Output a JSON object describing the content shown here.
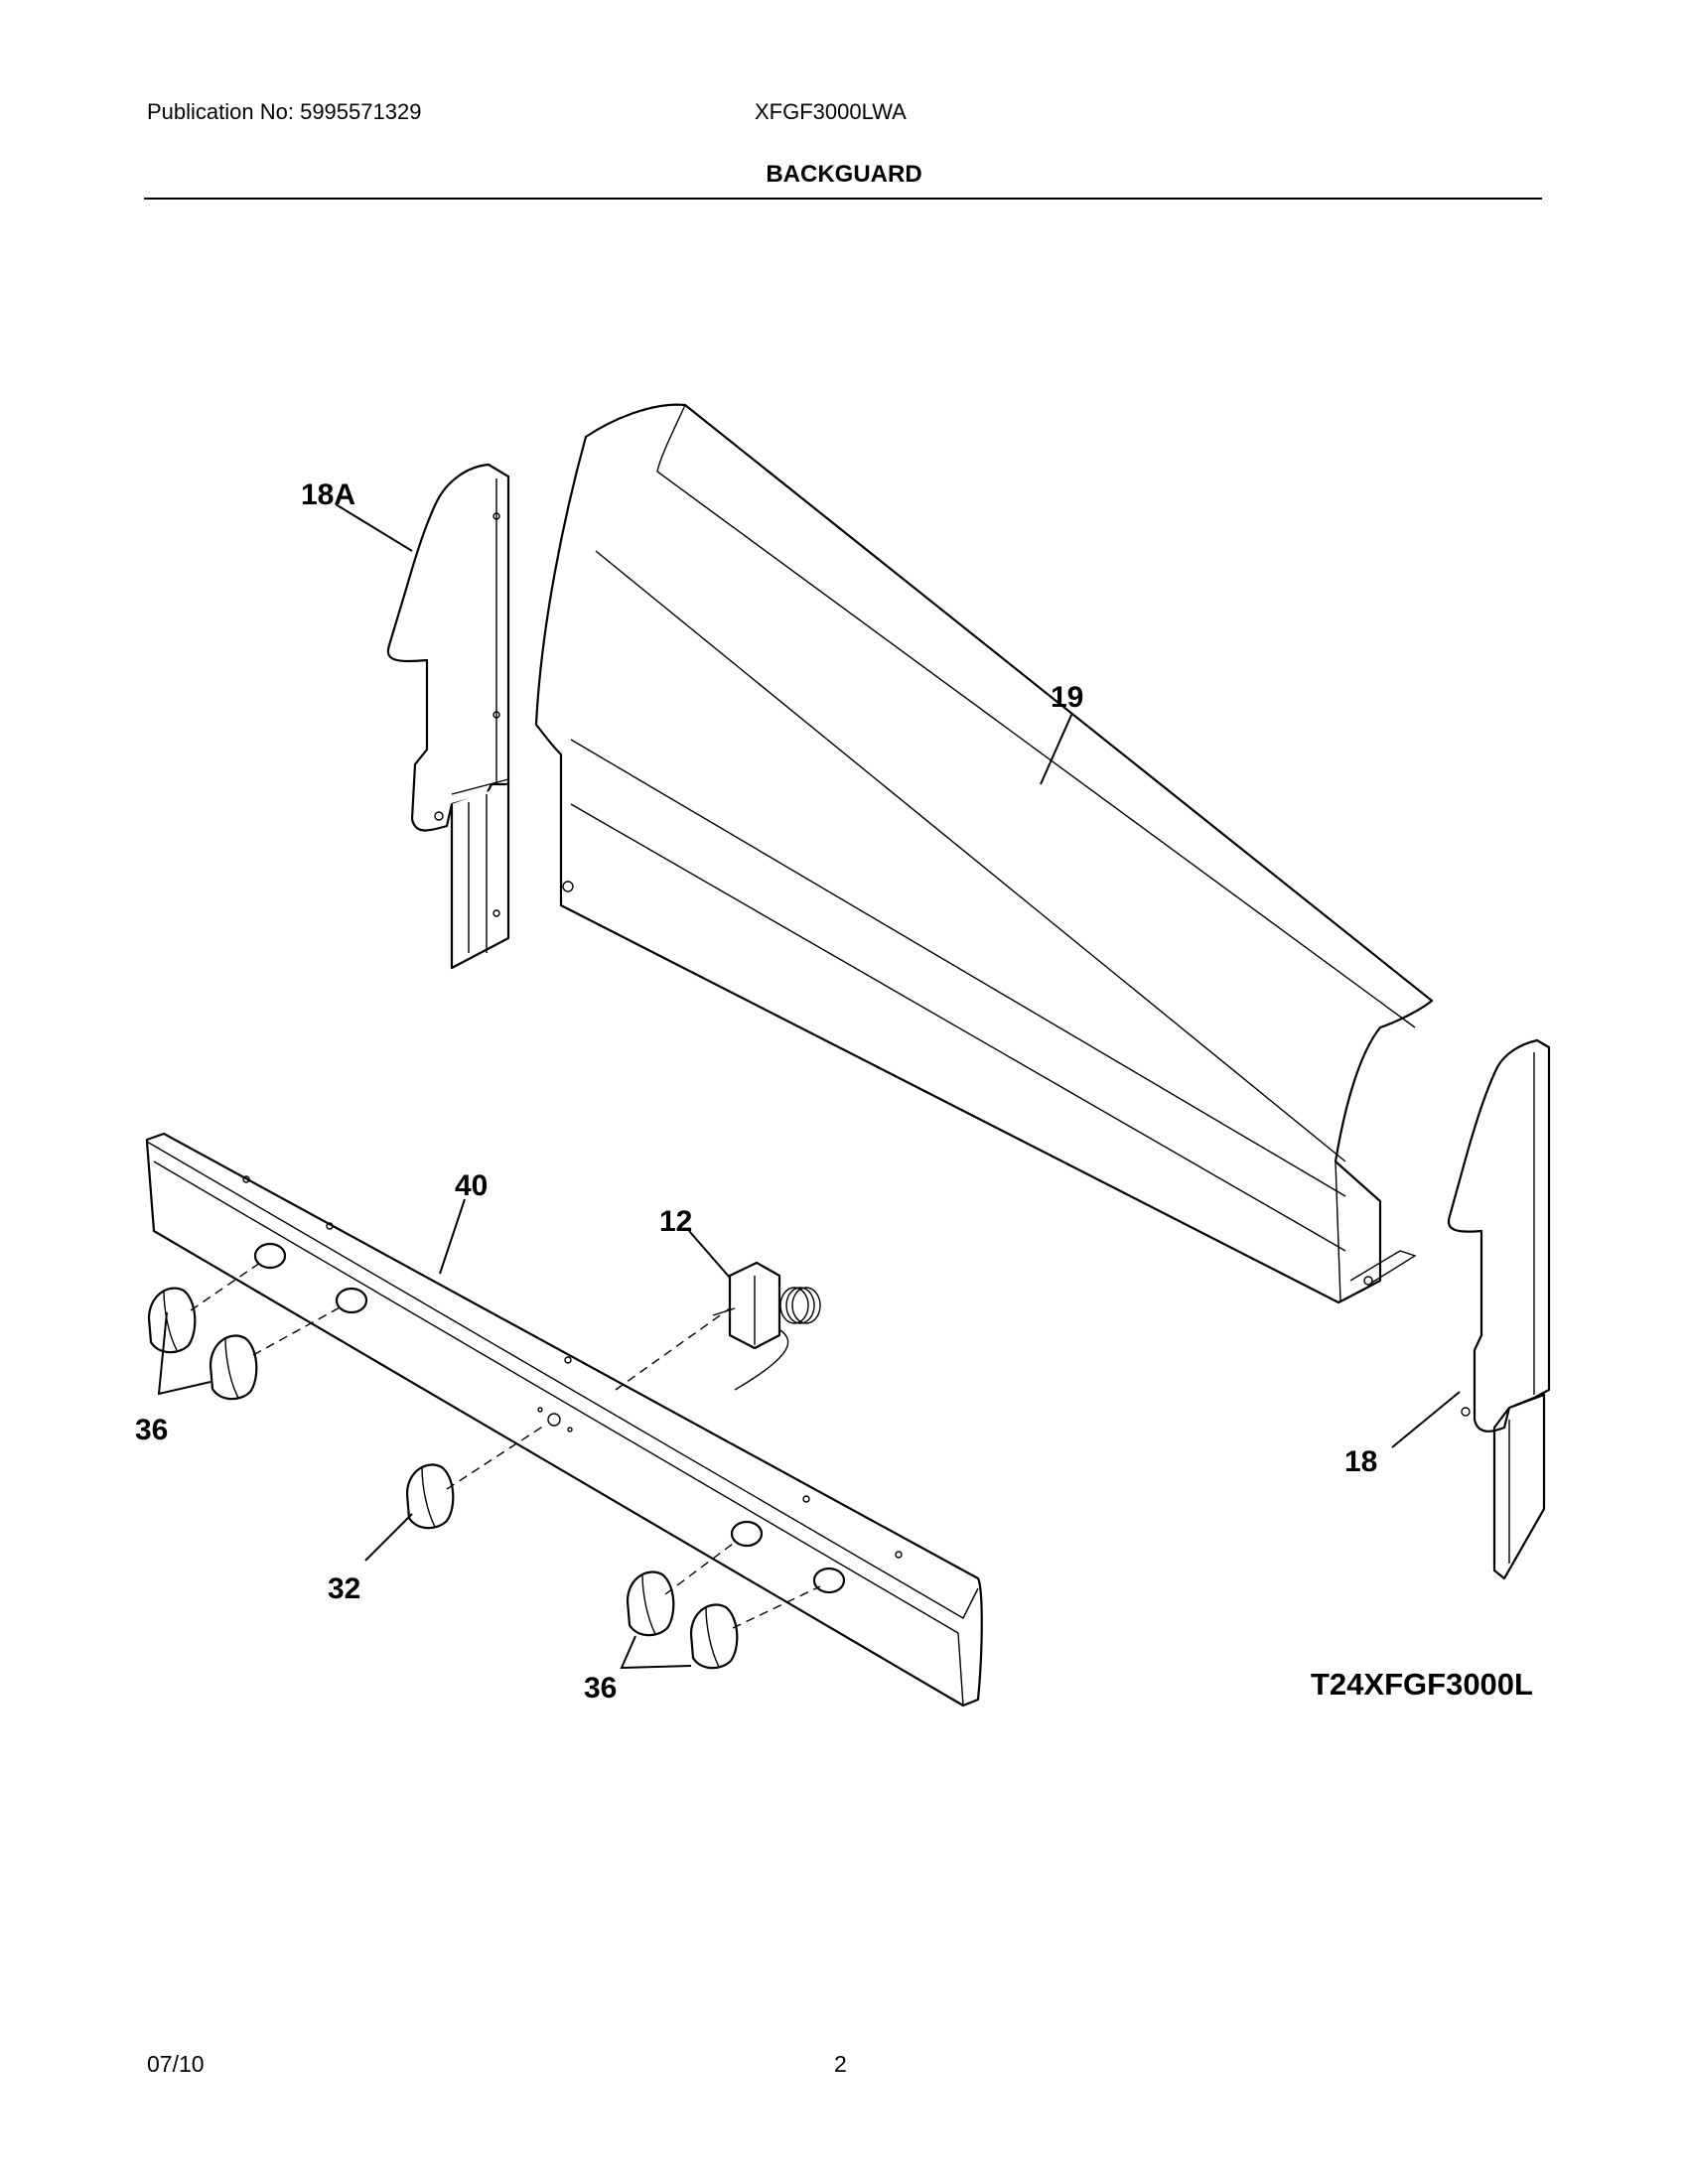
{
  "header": {
    "publication": "Publication No: 5995571329",
    "model": "XFGF3000LWA",
    "title": "BACKGUARD"
  },
  "callouts": {
    "c18A": "18A",
    "c19": "19",
    "c40": "40",
    "c12": "12",
    "c36a": "36",
    "c32": "32",
    "c36b": "36",
    "c18": "18"
  },
  "figure_id": "T24XFGF3000L",
  "footer": {
    "date": "07/10",
    "page": "2"
  }
}
